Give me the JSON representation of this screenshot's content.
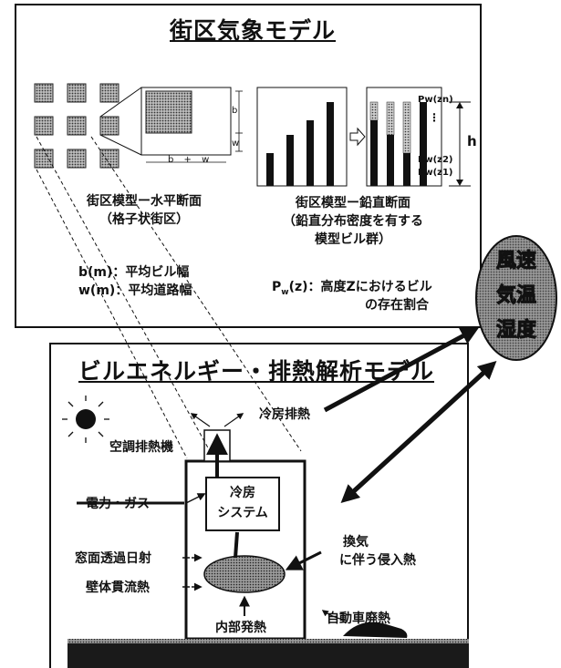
{
  "top_panel": {
    "title": "街区気象モデル",
    "horizontal_caption_1": "街区模型ー水平断面",
    "horizontal_caption_2": "（格子状街区）",
    "b_def": "b(m)：平均ビル幅",
    "w_def": "w(m)：平均道路幅",
    "vertical_caption_1": "街区模型ー鉛直断面",
    "vertical_caption_2": "（鉛直分布密度を有する",
    "vertical_caption_3": "模型ビル群）",
    "pw_def_1": "P",
    "pw_def_sub": "w",
    "pw_def_2": "(z)：高度Zにおけるビル",
    "pw_def_3": "の存在割合",
    "zoom_b": "b",
    "zoom_w": "w",
    "zoom_bw": "b + w",
    "h_label": "h",
    "pw_labels": [
      "Pw(zn)",
      "⋮",
      "Pw(z2)",
      "Pw(z1)"
    ]
  },
  "weather_ellipse": {
    "line1": "風速",
    "line2": "気温",
    "line3": "湿度"
  },
  "bottom_panel": {
    "title": "ビルエネルギー・排熱解析モデル",
    "cooling_exhaust": "冷房排熱",
    "ac_exhaust_unit": "空調排熱機",
    "power_gas": "電力・ガス",
    "cooling_system_1": "冷房",
    "cooling_system_2": "システム",
    "ventilation_1": "換気",
    "ventilation_2": "に伴う侵入熱",
    "window_solar": "窓面透過日射",
    "wall_heat": "壁体貫流熱",
    "internal_heat": "内部発熱",
    "car_exhaust": "自動車廃熱"
  },
  "colors": {
    "ink": "#111111",
    "ellipse_fill": "#8c8c8c",
    "ground_fill": "#1a1a1a"
  }
}
